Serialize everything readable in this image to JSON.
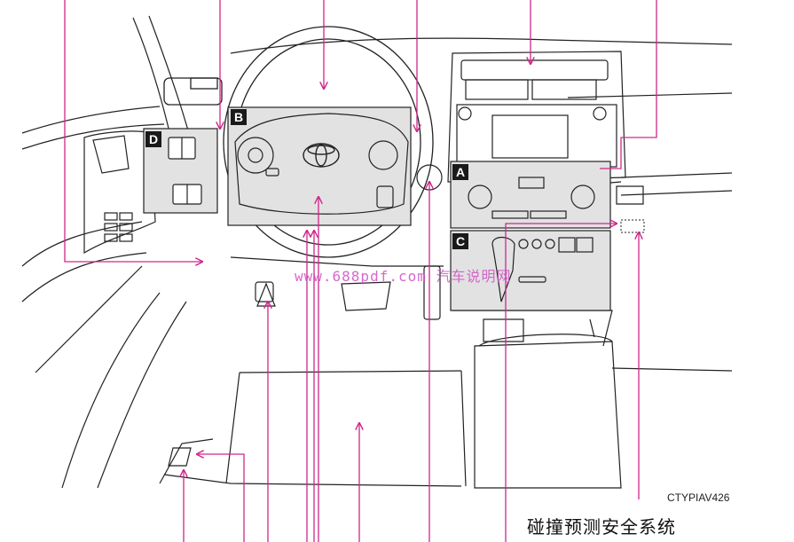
{
  "figure": {
    "code": "CTYPIAV426",
    "caption": "碰撞预测安全系统",
    "watermark": "www.688pdf.com 汽车说明网"
  },
  "callouts": [
    {
      "id": "A",
      "label": "A"
    },
    {
      "id": "B",
      "label": "B"
    },
    {
      "id": "C",
      "label": "C"
    },
    {
      "id": "D",
      "label": "D"
    }
  ],
  "colors": {
    "leader_line": "#d0278a",
    "callout_bg": "#1a1a1a",
    "highlight_fill": "#e2e2e2",
    "outline": "#222222"
  },
  "icons": [
    "toyota-logo-icon",
    "arrow-icon"
  ]
}
